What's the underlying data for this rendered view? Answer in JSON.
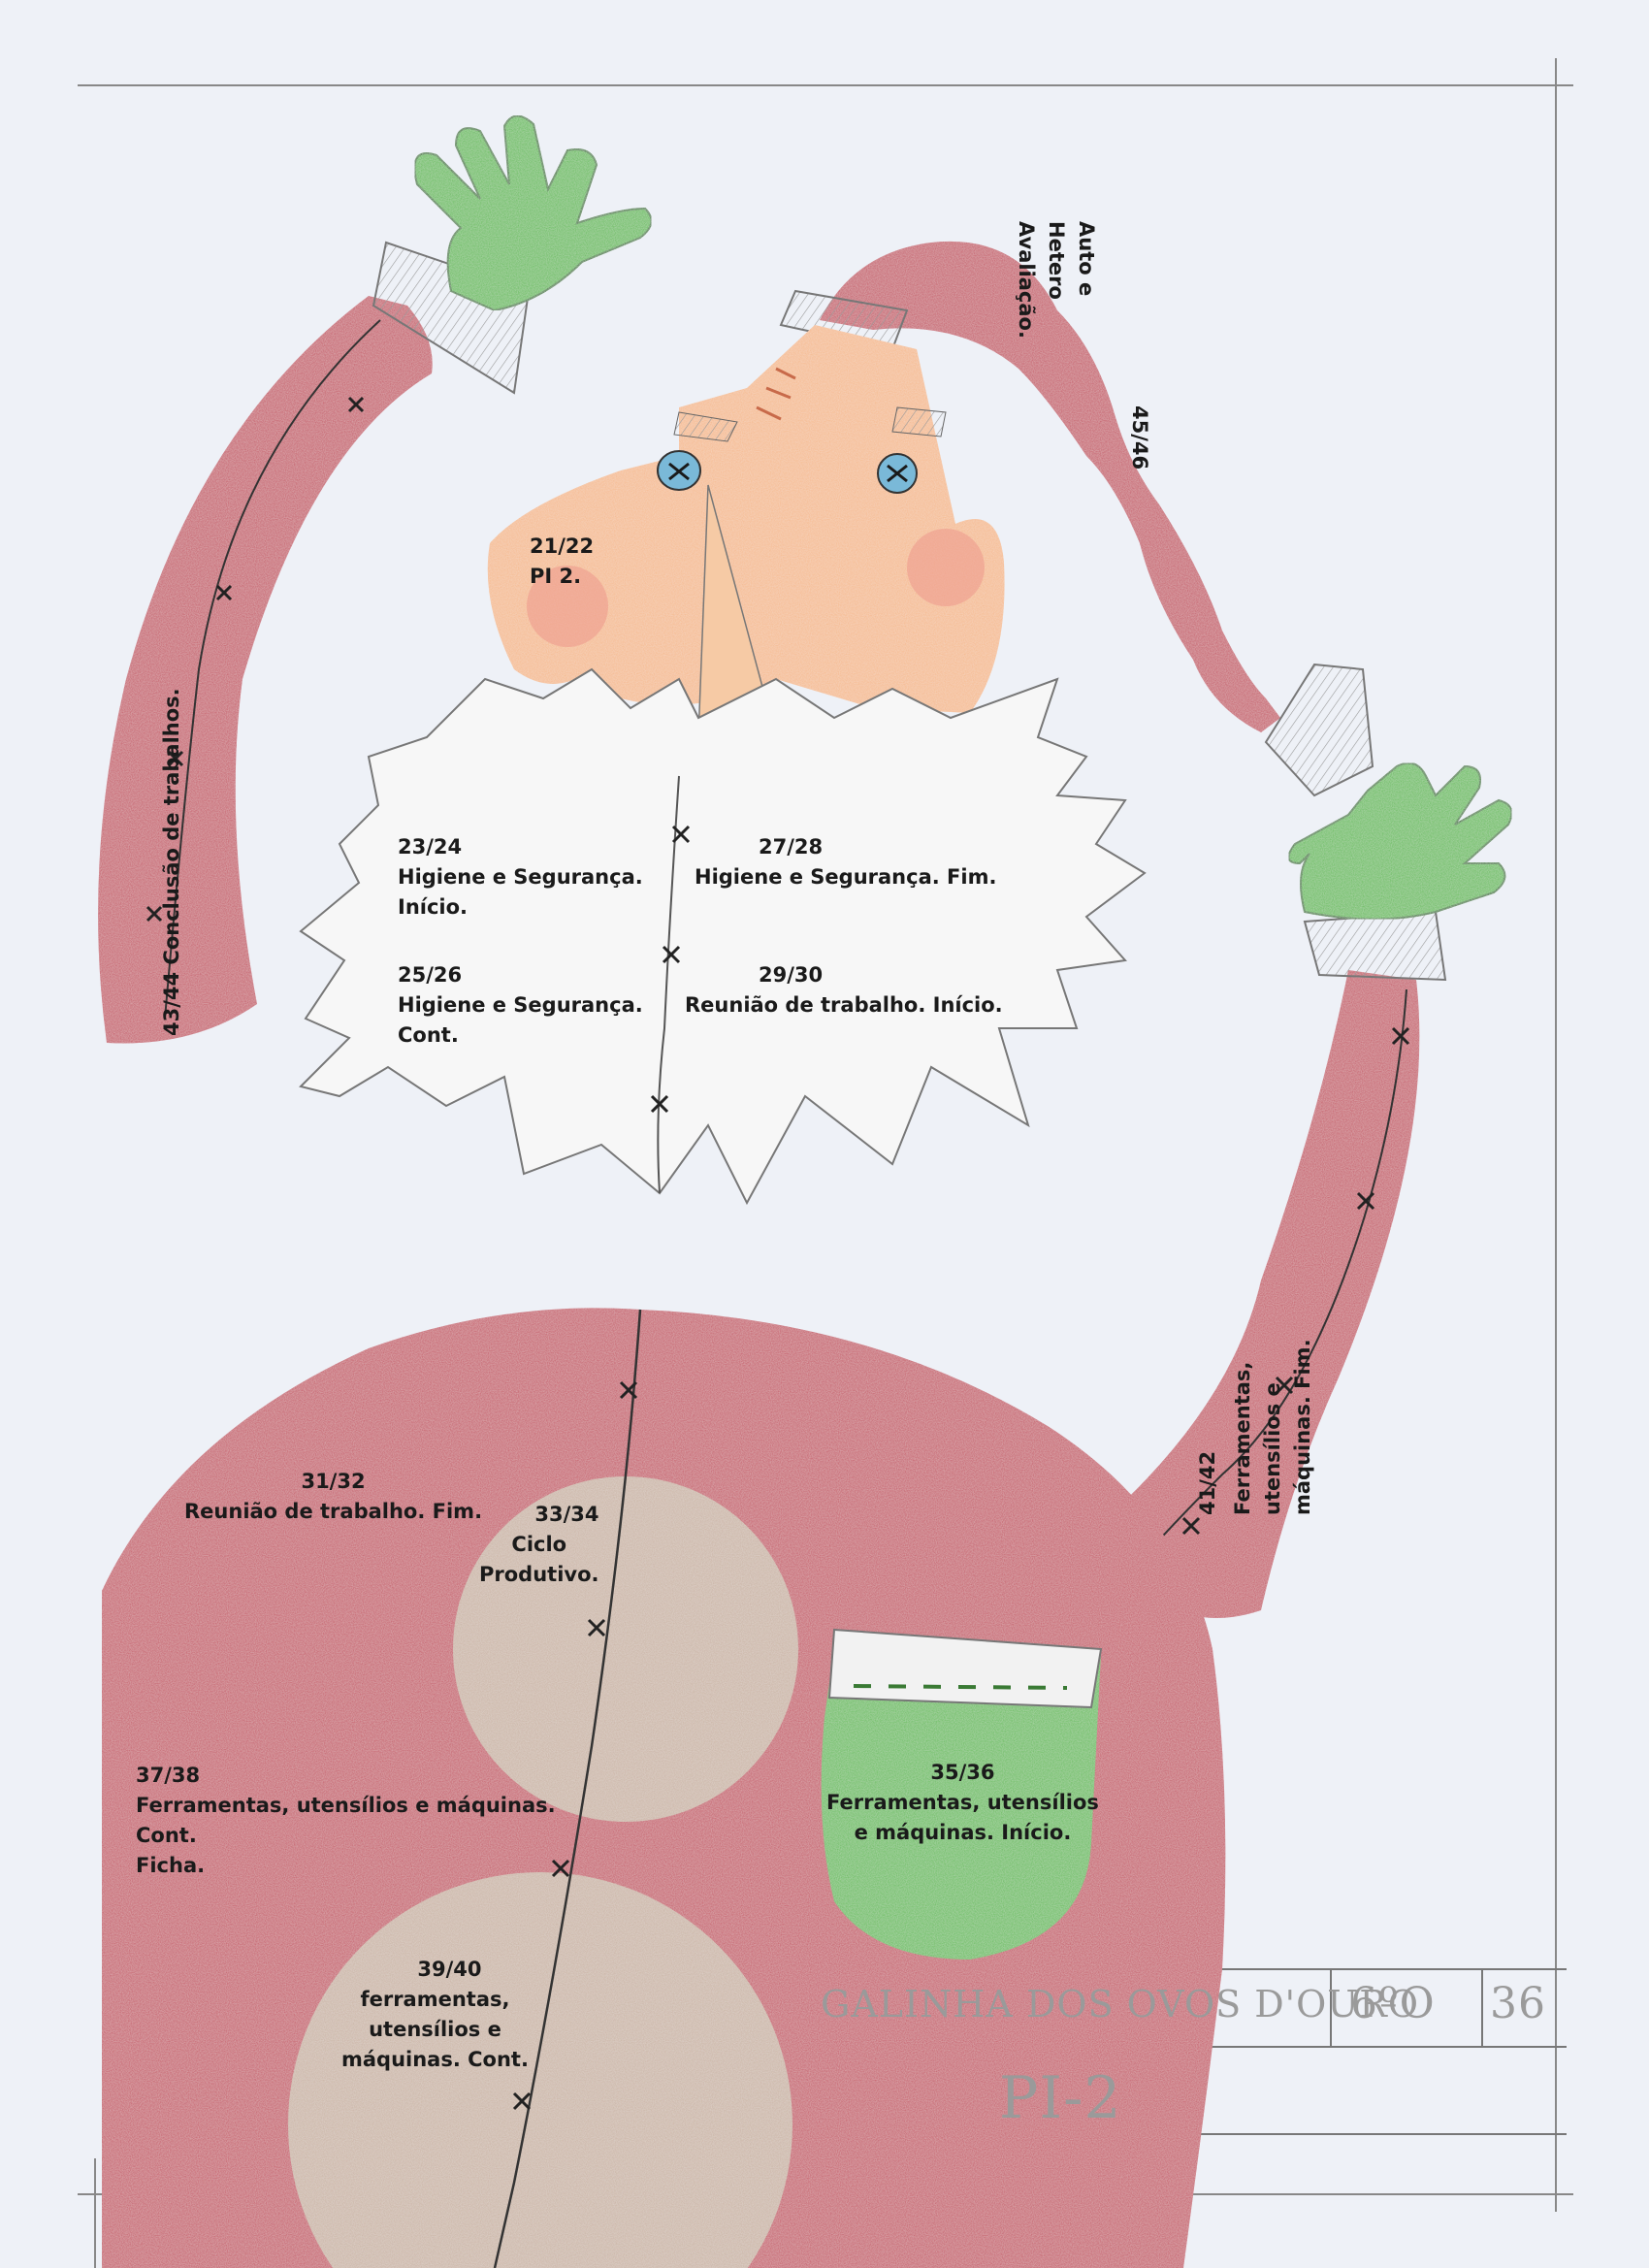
{
  "colors": {
    "paper": "#eef1f7",
    "red_pencil": "#c55464",
    "green_pencil": "#62bb55",
    "skin": "#f4b88a",
    "beard": "#f7f7f7",
    "brown": "#c9b2a3",
    "frame_line": "#777777"
  },
  "labels": {
    "l4546": [
      "45/46",
      "Auto e",
      "Hetero",
      "Avaliação."
    ],
    "l2122": [
      "21/22",
      "PI 2."
    ],
    "l2324": [
      "23/24",
      "Higiene e Segurança.",
      "Início."
    ],
    "l2526": [
      "25/26",
      "Higiene e Segurança.",
      "Cont."
    ],
    "l2728": [
      "27/28",
      "Higiene e Segurança. Fim."
    ],
    "l2930": [
      "29/30",
      "Reunião de trabalho. Início."
    ],
    "l4344": [
      "43/44",
      "Conclusão de trabalhos."
    ],
    "l4142": [
      "41/42",
      "Ferramentas,",
      "utensílios e",
      "máquinas. Fim."
    ],
    "l3132": [
      "31/32",
      "Reunião de trabalho. Fim."
    ],
    "l3334": [
      "33/34",
      "Ciclo",
      "Produtivo."
    ],
    "l3536": [
      "35/36",
      "Ferramentas, utensílios",
      "e máquinas. Início."
    ],
    "l3738": [
      "37/38",
      "Ferramentas, utensílios e máquinas.",
      "Cont.",
      "Ficha."
    ],
    "l3940": [
      "39/40",
      "ferramentas,",
      "utensílios e",
      "máquinas. Cont."
    ]
  },
  "title_block": {
    "name": "GALINHA DOS OVOS D'OURO",
    "grade": "6ºO",
    "number": "36",
    "project": "PI-2"
  }
}
